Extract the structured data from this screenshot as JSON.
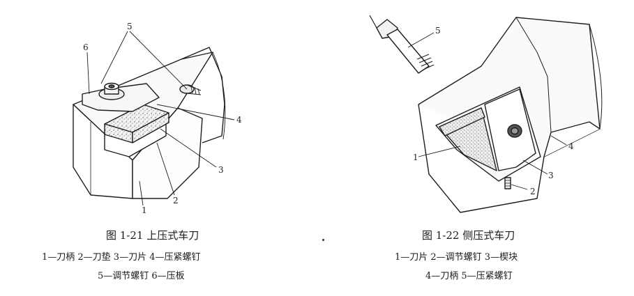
{
  "fig_left": {
    "title": "图 1-21   上压式车刀",
    "legend_line1": "1—刀柄   2—刀垫   3—刀片   4—压紧螺钉",
    "legend_line2": "5—调节螺钉   6—压板",
    "labels": [
      "1",
      "2",
      "3",
      "4",
      "5",
      "6"
    ]
  },
  "fig_right": {
    "title": "图 1-22   侧压式车刀",
    "legend_line1": "1—刀片   2—调节螺钉   3—楔块",
    "legend_line2": "4—刀柄   5—压紧螺钉",
    "labels": [
      "1",
      "2",
      "3",
      "4",
      "5"
    ]
  }
}
